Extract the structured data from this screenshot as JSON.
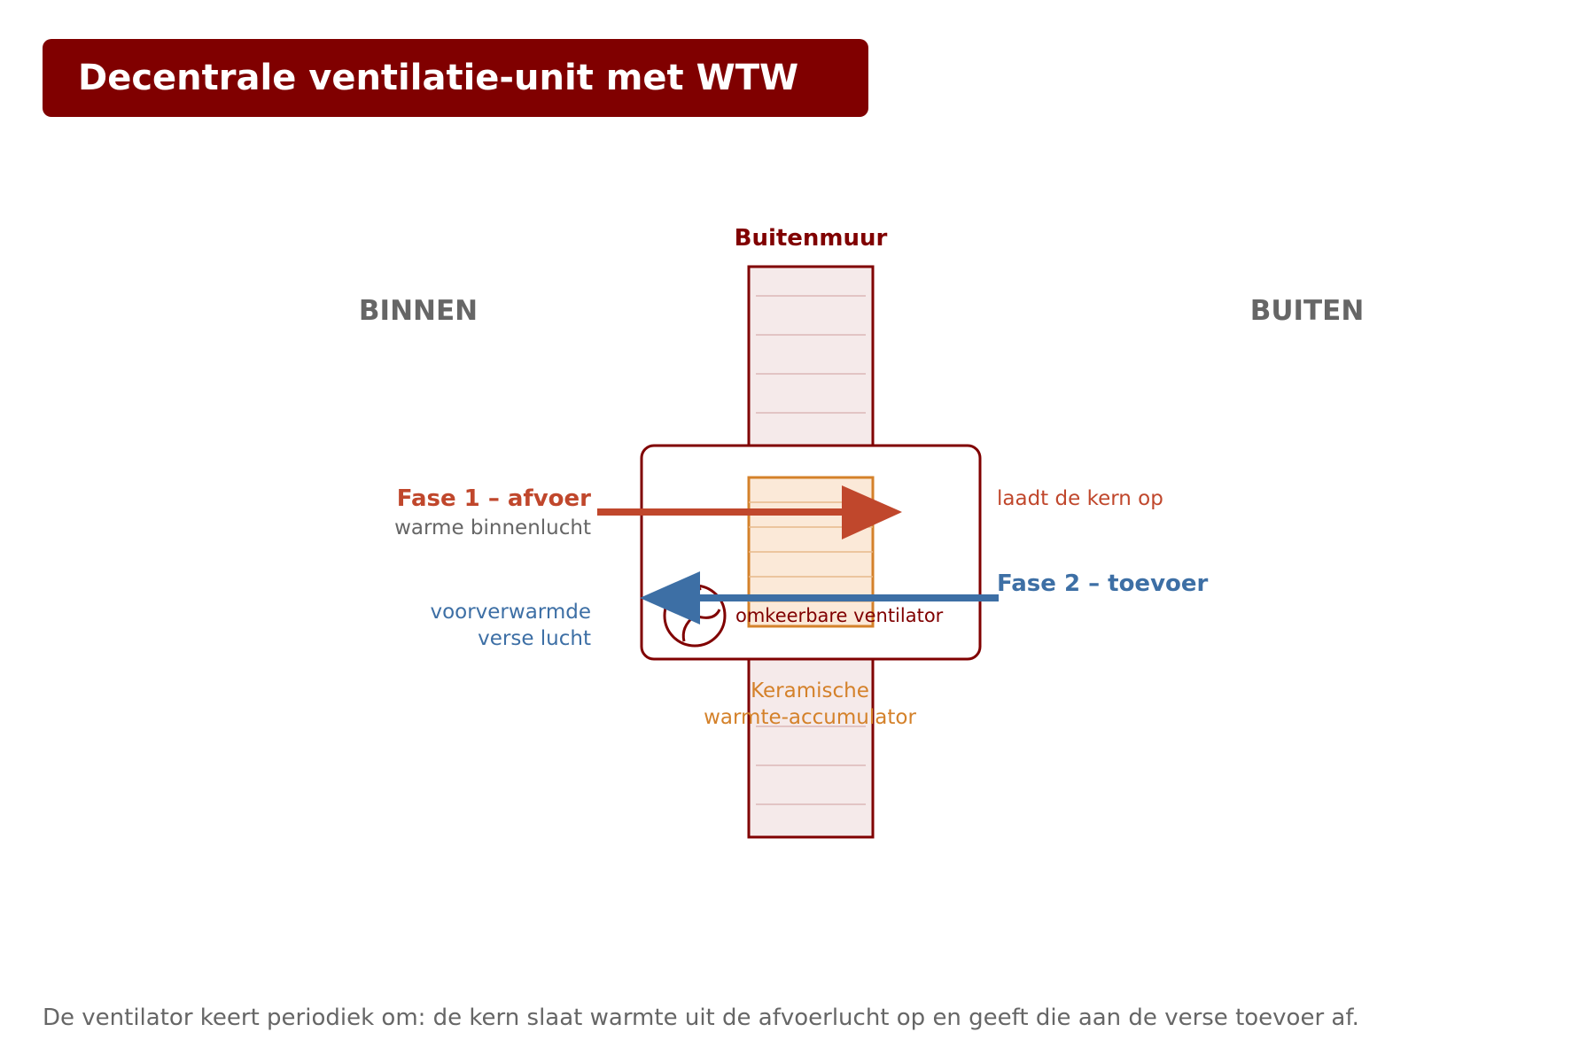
{
  "title": "Decentrale ventilatie-unit met WTW",
  "labels": {
    "wall": "Buitenmuur",
    "inside": "BINNEN",
    "outside": "BUITEN",
    "phase1_title": "Fase 1 – afvoer",
    "phase1_sub": "warme binnenlucht",
    "phase1_effect": "laadt de kern op",
    "phase2_title": "Fase 2 – toevoer",
    "phase2_result_line1": "voorverwarmde",
    "phase2_result_line2": "verse lucht",
    "fan": "omkeerbare ventilator",
    "core_line1": "Keramische",
    "core_line2": "warmte-accumulator"
  },
  "caption": "De ventilator keert periodiek om: de kern slaat warmte uit de afvoerlucht op en geeft die aan de verse toevoer af.",
  "colors": {
    "brand": "#800000",
    "exhaust": "#c0472c",
    "supply": "#3d6fa5",
    "core": "#d4812a",
    "muted": "#666666",
    "wall_fill": "#f5eaea"
  }
}
